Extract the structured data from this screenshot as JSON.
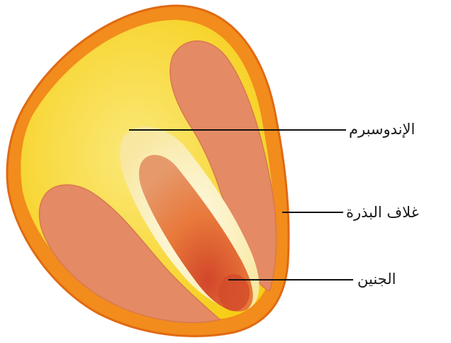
{
  "diagram": {
    "labels": {
      "endosperm": "الإندوسبرم",
      "seed_coat": "غلاف البذرة",
      "embryo": "الجنين"
    },
    "colors": {
      "seed_coat": "#f28c1c",
      "seed_coat_rim": "#e06a12",
      "endosperm": "#f7d21a",
      "endosperm_light": "#fbe97a",
      "cotyledon": "#e48a64",
      "embryo": "#e8783a",
      "embryo_core": "#d95a2a",
      "white_zone": "#fdf6d8",
      "leader_line": "#111111"
    }
  }
}
